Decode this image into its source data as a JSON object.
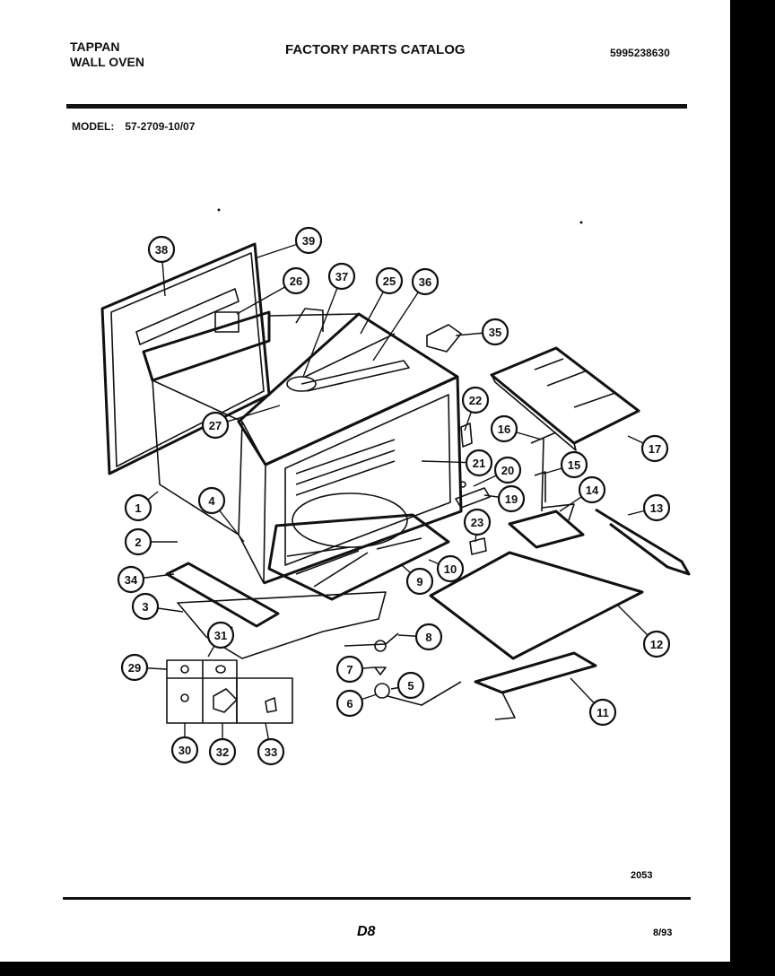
{
  "header": {
    "brand_line1": "TAPPAN",
    "brand_line2": "WALL OVEN",
    "title": "FACTORY PARTS CATALOG",
    "part_number": "5995238630",
    "model_label": "MODEL:",
    "model_number": "57-2709-10/07"
  },
  "callouts": [
    "38",
    "39",
    "26",
    "37",
    "25",
    "36",
    "35",
    "22",
    "27",
    "16",
    "17",
    "21",
    "15",
    "20",
    "14",
    "4",
    "1",
    "19",
    "13",
    "23",
    "2",
    "10",
    "34",
    "9",
    "12",
    "3",
    "8",
    "31",
    "29",
    "7",
    "5",
    "6",
    "11",
    "30",
    "32",
    "33"
  ],
  "footer": {
    "drawing_code": "2053",
    "page_code": "D8",
    "date_code": "8/93"
  }
}
